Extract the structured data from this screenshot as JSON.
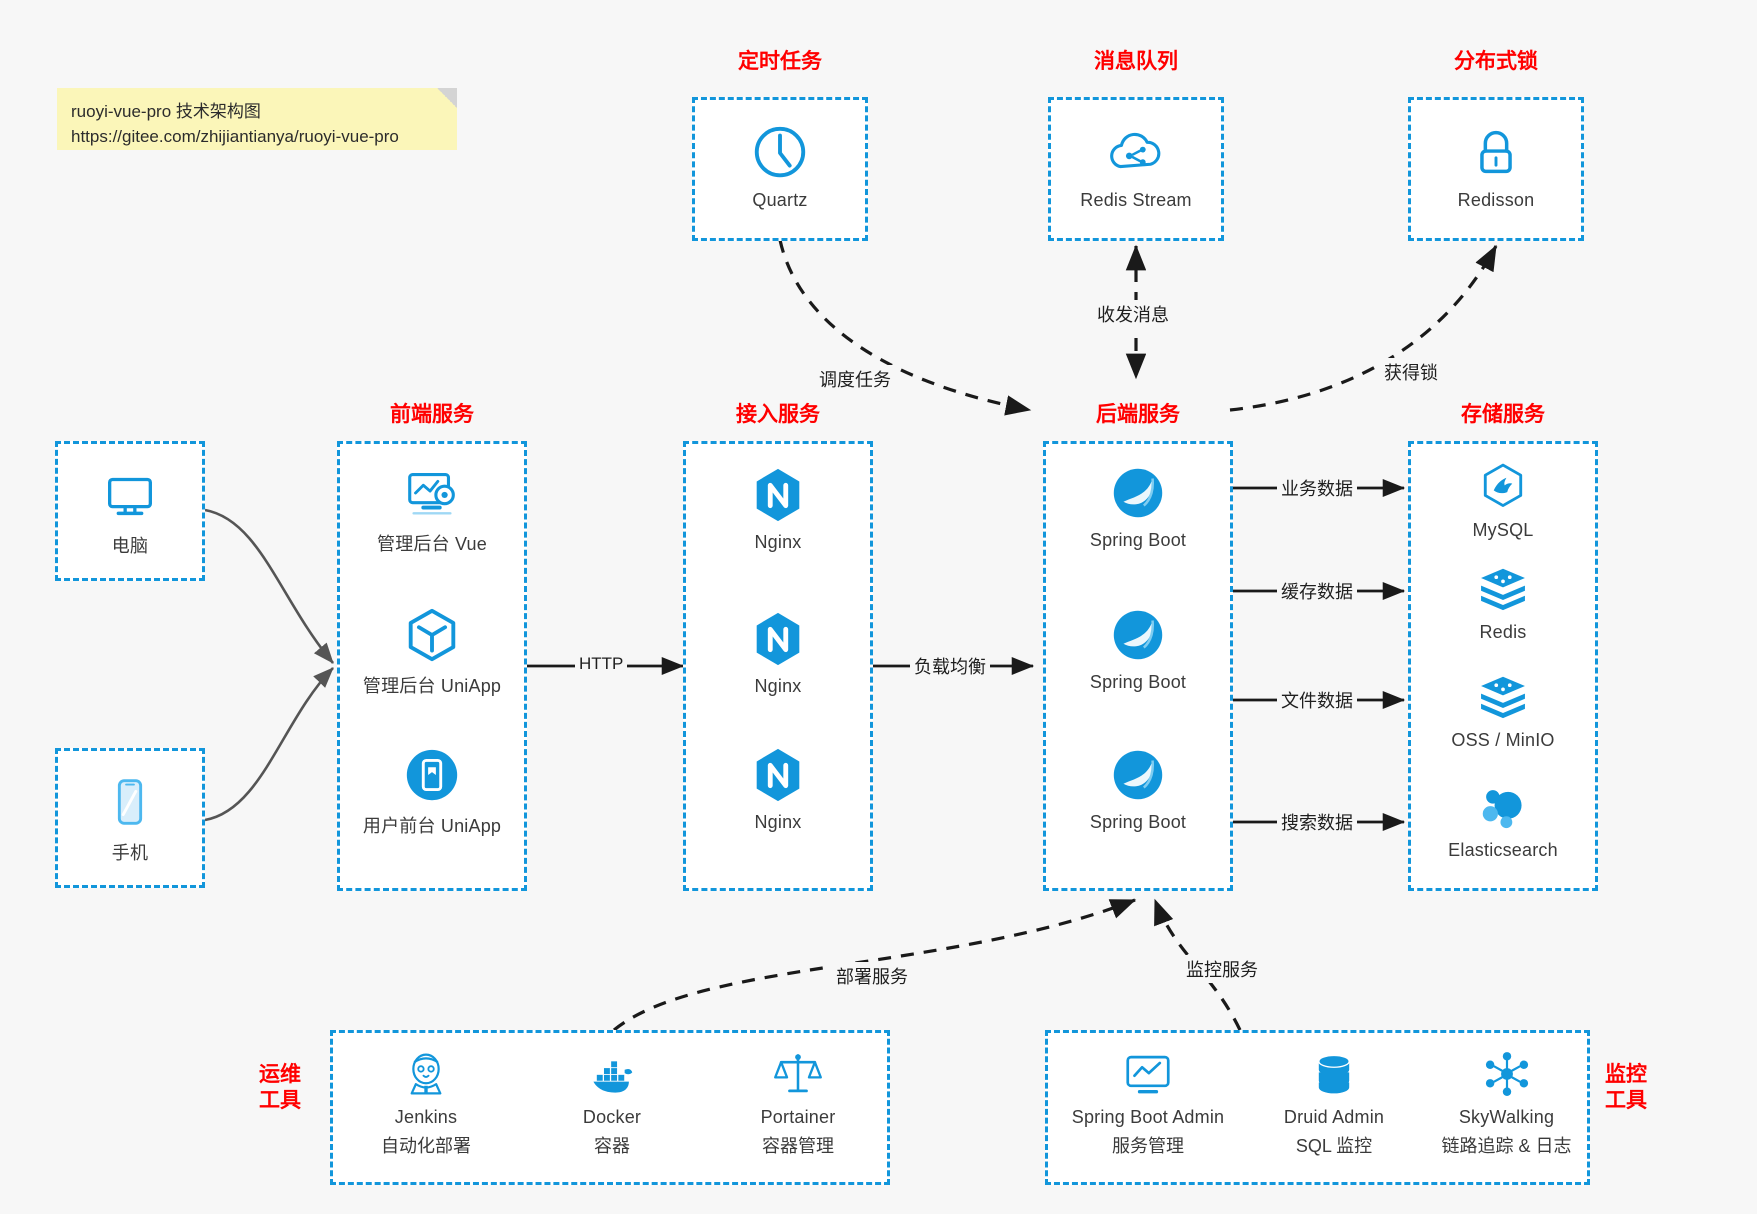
{
  "note": {
    "line1": "ruoyi-vue-pro 技术架构图",
    "line2": "https://gitee.com/zhijiantianya/ruoyi-vue-pro"
  },
  "colors": {
    "accent_blue": "#1296db",
    "group_label_red": "#ff0000",
    "background": "#f7f7f7",
    "text_dark": "#3b3b3b"
  },
  "groups": {
    "scheduler": {
      "label": "定时任务",
      "nodes": [
        {
          "icon": "clock-icon",
          "caption": "Quartz"
        }
      ]
    },
    "message_queue": {
      "label": "消息队列",
      "nodes": [
        {
          "icon": "cloud-stream-icon",
          "caption": "Redis Stream"
        }
      ]
    },
    "distributed_lock": {
      "label": "分布式锁",
      "nodes": [
        {
          "icon": "lock-icon",
          "caption": "Redisson"
        }
      ]
    },
    "clients": {
      "pc": {
        "icon": "desktop-icon",
        "caption": "电脑"
      },
      "mobile": {
        "icon": "phone-icon",
        "caption": "手机"
      }
    },
    "frontend": {
      "label": "前端服务",
      "nodes": [
        {
          "icon": "dashboard-vue-icon",
          "caption": "管理后台 Vue"
        },
        {
          "icon": "uniapp-cube-icon",
          "caption": "管理后台 UniApp"
        },
        {
          "icon": "app-window-icon",
          "caption": "用户前台 UniApp"
        }
      ]
    },
    "gateway": {
      "label": "接入服务",
      "nodes": [
        {
          "icon": "nginx-icon",
          "caption": "Nginx"
        },
        {
          "icon": "nginx-icon",
          "caption": "Nginx"
        },
        {
          "icon": "nginx-icon",
          "caption": "Nginx"
        }
      ]
    },
    "backend": {
      "label": "后端服务",
      "nodes": [
        {
          "icon": "spring-boot-icon",
          "caption": "Spring Boot"
        },
        {
          "icon": "spring-boot-icon",
          "caption": "Spring Boot"
        },
        {
          "icon": "spring-boot-icon",
          "caption": "Spring Boot"
        }
      ]
    },
    "storage": {
      "label": "存储服务",
      "nodes": [
        {
          "icon": "mysql-icon",
          "caption": "MySQL"
        },
        {
          "icon": "redis-icon",
          "caption": "Redis"
        },
        {
          "icon": "oss-icon",
          "caption": "OSS / MinIO"
        },
        {
          "icon": "elasticsearch-icon",
          "caption": "Elasticsearch"
        }
      ]
    },
    "devops": {
      "label": "运维\n工具",
      "nodes": [
        {
          "icon": "jenkins-icon",
          "caption": "Jenkins",
          "caption2": "自动化部署"
        },
        {
          "icon": "docker-icon",
          "caption": "Docker",
          "caption2": "容器"
        },
        {
          "icon": "portainer-icon",
          "caption": "Portainer",
          "caption2": "容器管理"
        }
      ]
    },
    "monitoring": {
      "label": "监控\n工具",
      "nodes": [
        {
          "icon": "spring-boot-admin-icon",
          "caption": "Spring Boot Admin",
          "caption2": "服务管理"
        },
        {
          "icon": "druid-icon",
          "caption": "Druid Admin",
          "caption2": "SQL 监控"
        },
        {
          "icon": "skywalking-icon",
          "caption": "SkyWalking",
          "caption2": "链路追踪 & 日志"
        }
      ]
    }
  },
  "edges": {
    "http": "HTTP",
    "load_balance": "负载均衡",
    "schedule_task": "调度任务",
    "send_receive_message": "收发消息",
    "acquire_lock": "获得锁",
    "business_data": "业务数据",
    "cache_data": "缓存数据",
    "file_data": "文件数据",
    "search_data": "搜索数据",
    "deploy_service": "部署服务",
    "monitor_service": "监控服务"
  }
}
